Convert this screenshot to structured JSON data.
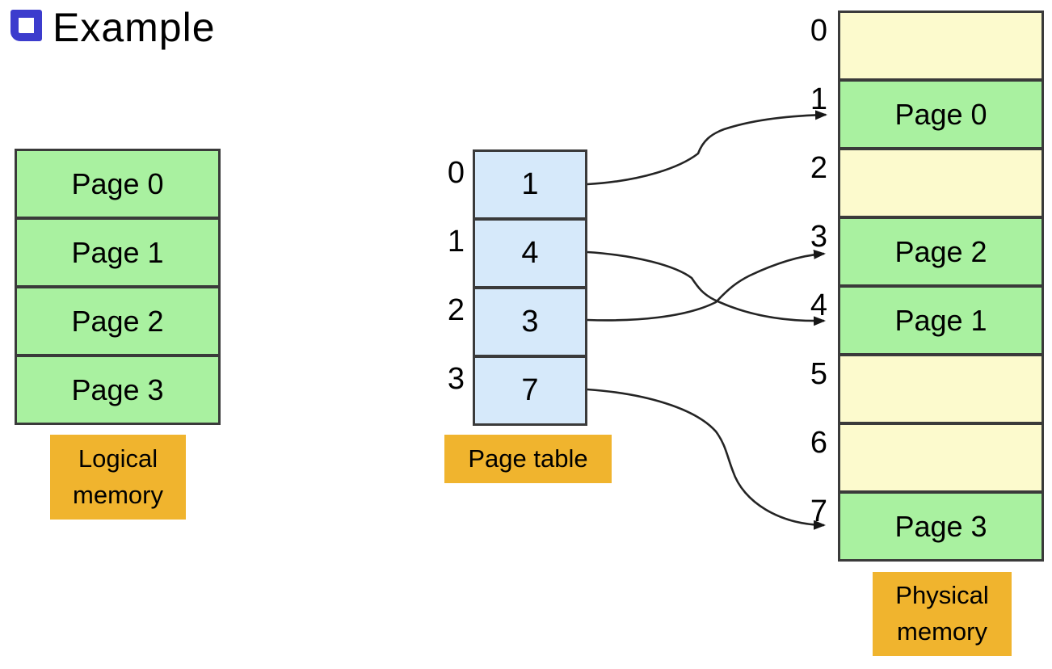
{
  "title": {
    "text": "Example"
  },
  "colors": {
    "page_green": "#a9f1a0",
    "free_frame_cream": "#fcfacd",
    "table_blue": "#d6e9fa",
    "label_orange": "#f0b42e",
    "bullet_blue": "#3c3ccd",
    "box_border": "#3a3a3a",
    "arrow_black": "#242424"
  },
  "logical_memory": {
    "label": "Logical memory",
    "cells": [
      "Page 0",
      "Page 1",
      "Page 2",
      "Page 3"
    ]
  },
  "page_table": {
    "label": "Page table",
    "rows": [
      {
        "index": "0",
        "value": "1"
      },
      {
        "index": "1",
        "value": "4"
      },
      {
        "index": "2",
        "value": "3"
      },
      {
        "index": "3",
        "value": "7"
      }
    ]
  },
  "physical_memory": {
    "label": "Physical memory",
    "frames": [
      {
        "index": "0",
        "content": ""
      },
      {
        "index": "1",
        "content": "Page 0"
      },
      {
        "index": "2",
        "content": ""
      },
      {
        "index": "3",
        "content": "Page 2"
      },
      {
        "index": "4",
        "content": "Page 1"
      },
      {
        "index": "5",
        "content": ""
      },
      {
        "index": "6",
        "content": ""
      },
      {
        "index": "7",
        "content": "Page 3"
      }
    ]
  },
  "mappings": [
    {
      "page": "0",
      "frame": "1"
    },
    {
      "page": "1",
      "frame": "4"
    },
    {
      "page": "2",
      "frame": "3"
    },
    {
      "page": "3",
      "frame": "7"
    }
  ]
}
